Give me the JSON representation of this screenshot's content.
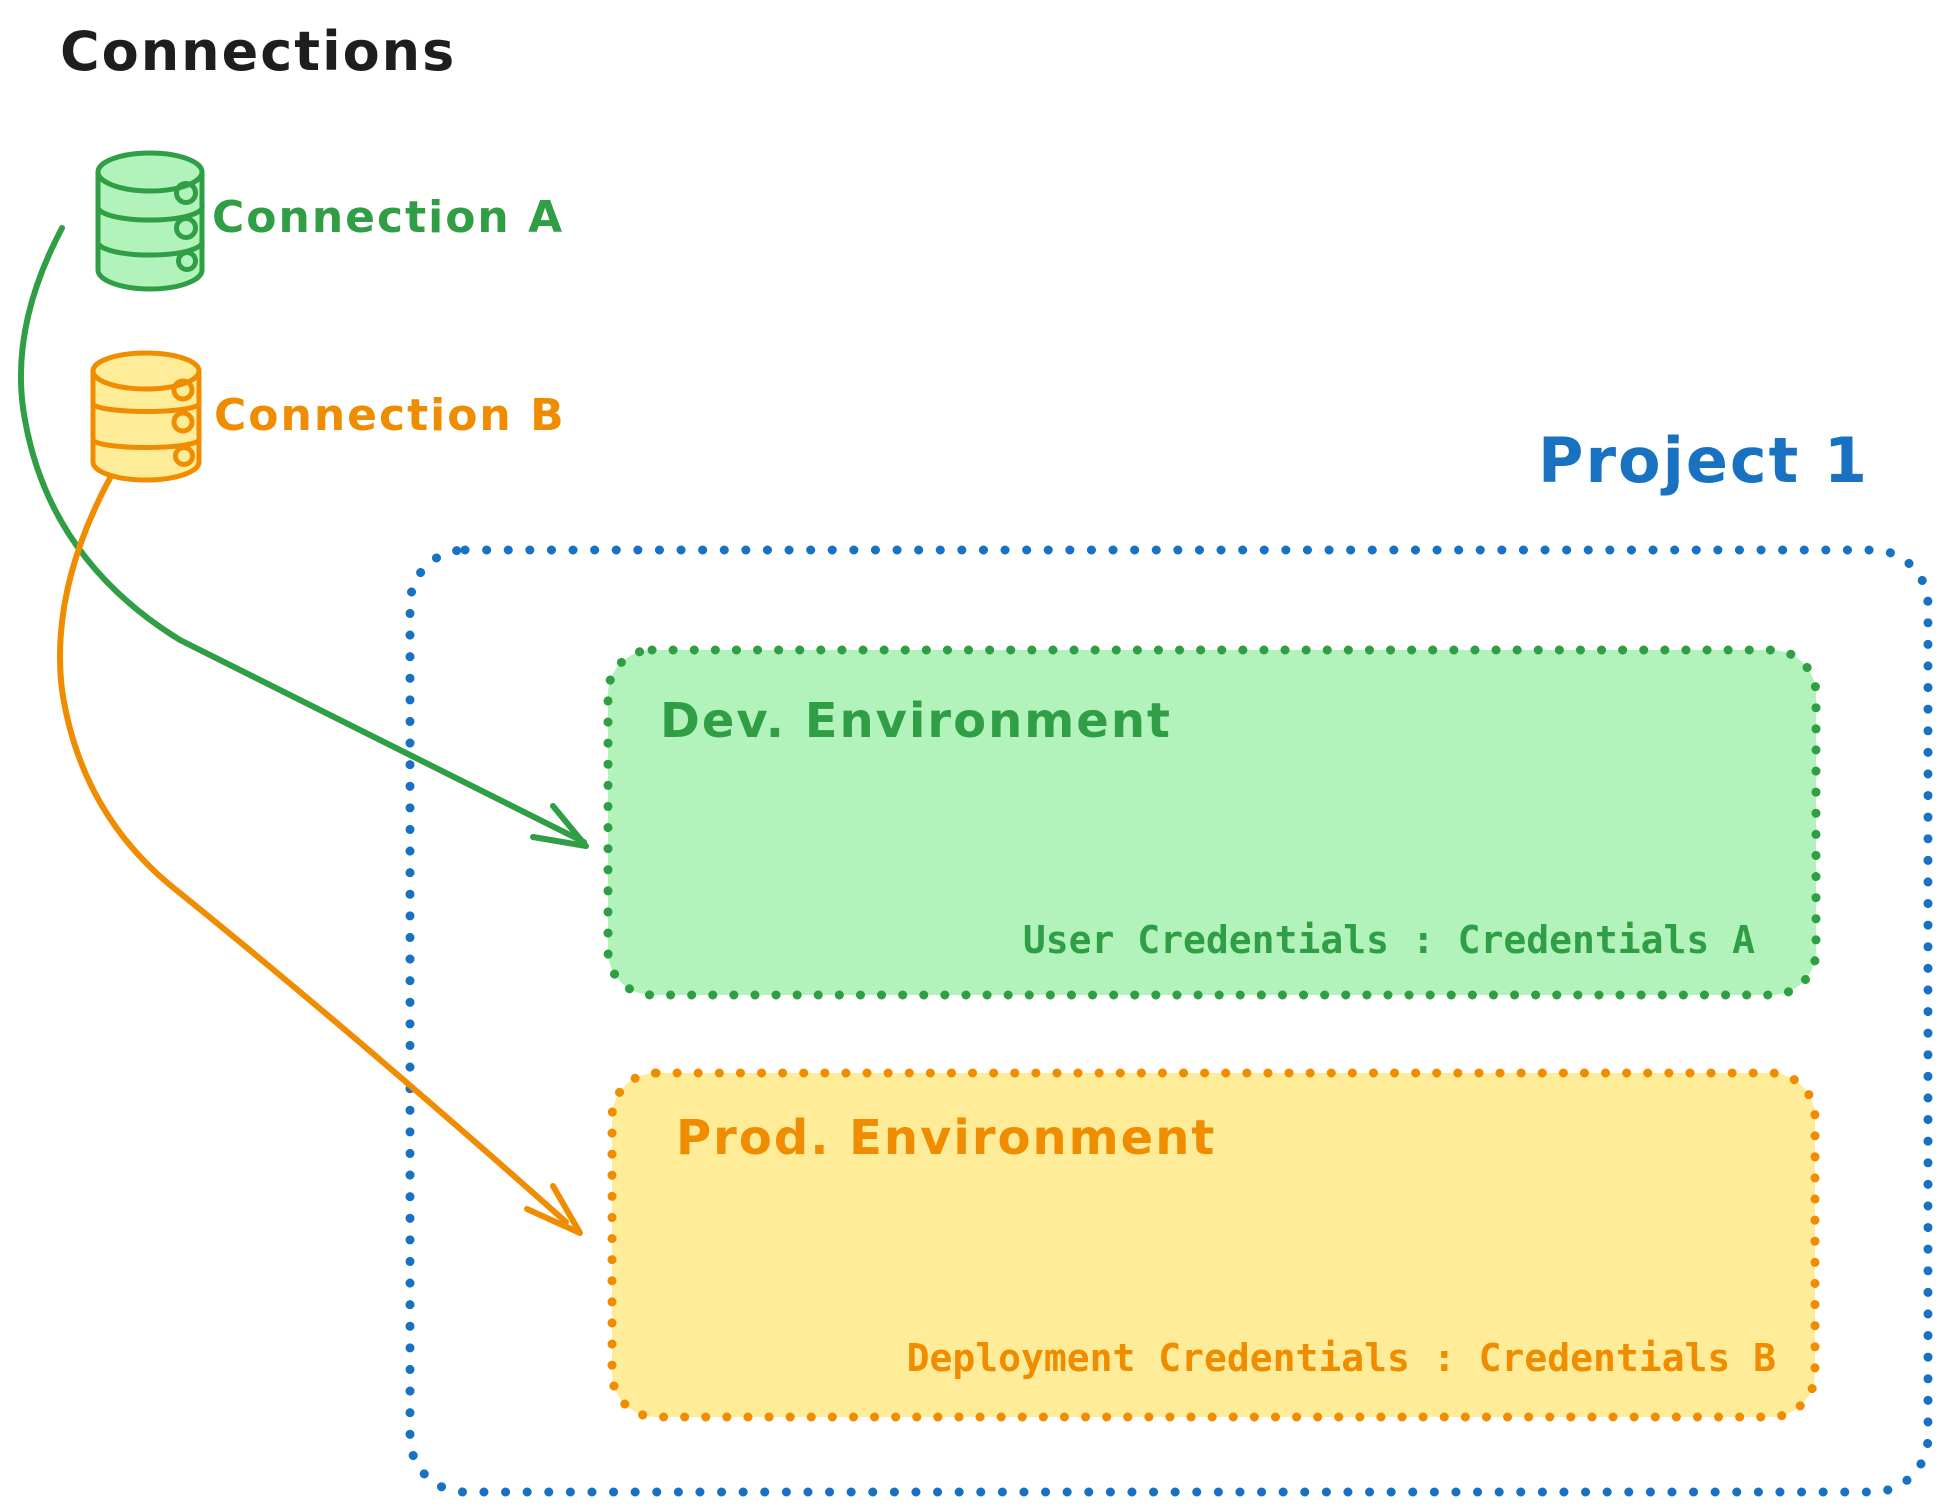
{
  "title": "Connections",
  "colors": {
    "title_text": "#1e1e1e",
    "green_stroke": "#2f9e44",
    "green_fill": "#b2f2bb",
    "orange_stroke": "#f08c00",
    "yellow_fill": "#ffec99",
    "blue_stroke": "#1971c2",
    "background": "#ffffff"
  },
  "connections": [
    {
      "label": "Connection A",
      "icon": "database-icon",
      "color": "#2f9e44"
    },
    {
      "label": "Connection B",
      "icon": "database-icon",
      "color": "#f08c00"
    }
  ],
  "project": {
    "label": "Project 1",
    "environments": [
      {
        "name": "Dev. Environment",
        "credentials": "User Credentials : Credentials A",
        "linked_connection": "Connection A"
      },
      {
        "name": "Prod. Environment",
        "credentials": "Deployment Credentials : Credentials B",
        "linked_connection": "Connection B"
      }
    ]
  }
}
